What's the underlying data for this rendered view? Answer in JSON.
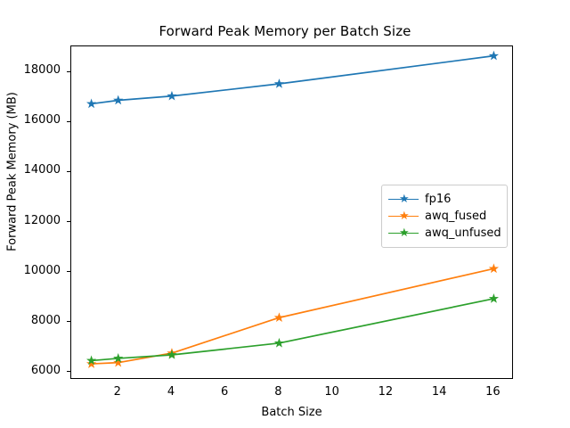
{
  "chart_data": {
    "type": "line",
    "title": "Forward Peak Memory per Batch Size",
    "xlabel": "Batch Size",
    "ylabel": "Forward Peak Memory (MB)",
    "x": [
      1,
      2,
      4,
      8,
      16
    ],
    "xlim": [
      0.25,
      16.75
    ],
    "ylim": [
      5700,
      19050
    ],
    "xticks": [
      2,
      4,
      6,
      8,
      10,
      12,
      14,
      16
    ],
    "xticklabels": [
      "2",
      "4",
      "6",
      "8",
      "10",
      "12",
      "14",
      "16"
    ],
    "yticks": [
      6000,
      8000,
      10000,
      12000,
      14000,
      16000,
      18000
    ],
    "yticklabels": [
      "6000",
      "8000",
      "10000",
      "12000",
      "14000",
      "16000",
      "18000"
    ],
    "grid": false,
    "legend_position": "center right",
    "marker": "star",
    "series": [
      {
        "name": "fp16",
        "color": "#1f77b4",
        "values": [
          16750,
          16890,
          17060,
          17550,
          18670
        ]
      },
      {
        "name": "awq_fused",
        "color": "#ff7f0e",
        "values": [
          6340,
          6390,
          6770,
          8190,
          10150
        ]
      },
      {
        "name": "awq_unfused",
        "color": "#2ca02c",
        "values": [
          6470,
          6560,
          6700,
          7170,
          8950
        ]
      }
    ]
  },
  "legend": {
    "entries": [
      {
        "label": "fp16"
      },
      {
        "label": "awq_fused"
      },
      {
        "label": "awq_unfused"
      }
    ]
  }
}
